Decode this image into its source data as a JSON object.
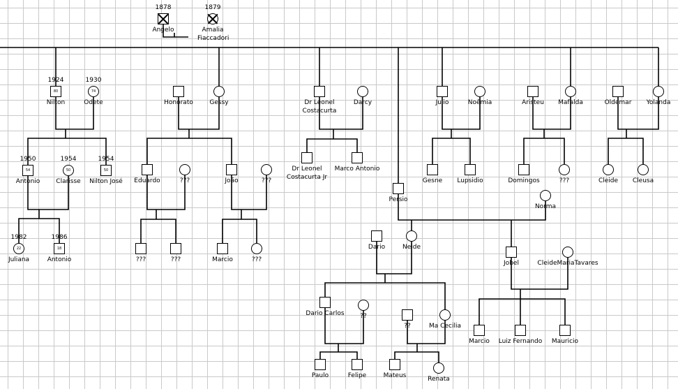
{
  "people": [
    {
      "id": "angelo",
      "name": "Angelo",
      "sex": "male",
      "year": "1878",
      "deceased": true
    },
    {
      "id": "amalia",
      "name": "Amalia Fiaccadori",
      "sex": "female",
      "year": "1879",
      "deceased": true
    },
    {
      "id": "nilton",
      "name": "Nilton",
      "sex": "male",
      "year": "1924",
      "age": "80"
    },
    {
      "id": "odete",
      "name": "Odete",
      "sex": "female",
      "year": "1930",
      "age": "74"
    },
    {
      "id": "honorato",
      "name": "Honorato",
      "sex": "male"
    },
    {
      "id": "gessy",
      "name": "Gessy",
      "sex": "female"
    },
    {
      "id": "leonel",
      "name": "Dr Leonel Costacurta",
      "sex": "male"
    },
    {
      "id": "darcy",
      "name": "Darcy",
      "sex": "female"
    },
    {
      "id": "persio",
      "name": "Persio",
      "sex": "male"
    },
    {
      "id": "julio",
      "name": "Julio",
      "sex": "male"
    },
    {
      "id": "noemia",
      "name": "Noêmia",
      "sex": "female"
    },
    {
      "id": "aristeu",
      "name": "Aristeu",
      "sex": "male"
    },
    {
      "id": "mafalda",
      "name": "Mafalda",
      "sex": "female"
    },
    {
      "id": "oldemar",
      "name": "Oldemar",
      "sex": "male"
    },
    {
      "id": "yolanda",
      "name": "Yolanda",
      "sex": "female"
    },
    {
      "id": "antonio1",
      "name": "Antonio",
      "sex": "male",
      "year": "1950",
      "age": "54"
    },
    {
      "id": "clarisse",
      "name": "Clarisse",
      "sex": "female",
      "year": "1954",
      "age": "50"
    },
    {
      "id": "niltonjose",
      "name": "Nilton José",
      "sex": "male",
      "year": "1954",
      "age": "50"
    },
    {
      "id": "eduardo",
      "name": "Eduardo",
      "sex": "male"
    },
    {
      "id": "edw",
      "name": "???",
      "sex": "female"
    },
    {
      "id": "joao",
      "name": "João",
      "sex": "male"
    },
    {
      "id": "joaow",
      "name": "???",
      "sex": "female"
    },
    {
      "id": "leoneljr",
      "name": "Dr Leonel Costacurta Jr",
      "sex": "male"
    },
    {
      "id": "marcoant",
      "name": "Marco Antonio",
      "sex": "male"
    },
    {
      "id": "gesne",
      "name": "Gesne",
      "sex": "male"
    },
    {
      "id": "lupsidio",
      "name": "Lupsidio",
      "sex": "male"
    },
    {
      "id": "domingos",
      "name": "Domingos",
      "sex": "male"
    },
    {
      "id": "arw",
      "name": "???",
      "sex": "female"
    },
    {
      "id": "cleide",
      "name": "Cleide",
      "sex": "female"
    },
    {
      "id": "cleusa",
      "name": "Cleusa",
      "sex": "female"
    },
    {
      "id": "norma",
      "name": "Norma",
      "sex": "female"
    },
    {
      "id": "juliana",
      "name": "Juliana",
      "sex": "female",
      "year": "1982",
      "age": "22"
    },
    {
      "id": "antonio2",
      "name": "Antonio",
      "sex": "male",
      "year": "1986",
      "age": "18"
    },
    {
      "id": "edc1",
      "name": "???",
      "sex": "male"
    },
    {
      "id": "edc2",
      "name": "???",
      "sex": "male"
    },
    {
      "id": "marcio1",
      "name": "Marcio",
      "sex": "male"
    },
    {
      "id": "joc2",
      "name": "???",
      "sex": "female"
    },
    {
      "id": "dario",
      "name": "Dario",
      "sex": "male"
    },
    {
      "id": "neide",
      "name": "Neide",
      "sex": "female"
    },
    {
      "id": "jobel",
      "name": "Jobel",
      "sex": "male"
    },
    {
      "id": "cleidemt",
      "name": "CleideMariaTavares",
      "sex": "female"
    },
    {
      "id": "dariocarlos",
      "name": "Dario Carlos",
      "sex": "male"
    },
    {
      "id": "dcw",
      "name": "??",
      "sex": "female"
    },
    {
      "id": "mch",
      "name": "??",
      "sex": "male"
    },
    {
      "id": "macecilia",
      "name": "Ma Cecilia",
      "sex": "female"
    },
    {
      "id": "marcio2",
      "name": "Marcio",
      "sex": "male"
    },
    {
      "id": "luizf",
      "name": "Luiz Fernando",
      "sex": "male"
    },
    {
      "id": "mauricio",
      "name": "Mauricio",
      "sex": "male"
    },
    {
      "id": "paulo",
      "name": "Paulo",
      "sex": "male"
    },
    {
      "id": "felipe",
      "name": "Felipe",
      "sex": "male"
    },
    {
      "id": "mateus",
      "name": "Mateus",
      "sex": "male"
    },
    {
      "id": "renata",
      "name": "Renata",
      "sex": "female"
    }
  ]
}
